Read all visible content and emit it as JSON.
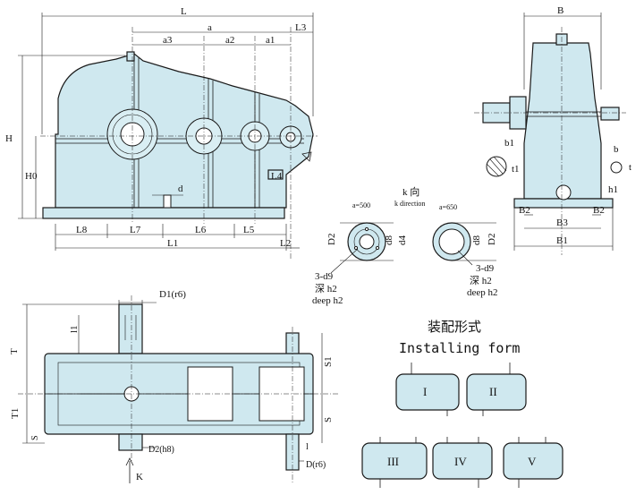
{
  "front_view": {
    "L": "L",
    "a": "a",
    "a3": "a3",
    "a2": "a2",
    "a1": "a1",
    "L3": "L3",
    "H": "H",
    "H0": "H0",
    "d": "d",
    "L4": "L4",
    "L8": "L8",
    "L7": "L7",
    "L6": "L6",
    "L5": "L5",
    "L1": "L1",
    "L2": "L2"
  },
  "side_view": {
    "B": "B",
    "b1": "b1",
    "t1": "t1",
    "b": "b",
    "t": "t",
    "h1": "h1",
    "B2_left": "B2",
    "B2_right": "B2",
    "B3": "B3",
    "B1": "B1"
  },
  "k_view": {
    "k_cn": "k 向",
    "k_en": "k direction",
    "a500": "a=500",
    "a650": "a=650",
    "D2_left": "D2",
    "d8_left": "d8",
    "d4": "d4",
    "d8_right": "d8",
    "D2_right": "D2",
    "hole_left": "3-d9",
    "deep_cn_left": "深 h2",
    "deep_en_left": "deep h2",
    "hole_right": "3-d9",
    "deep_cn_right": "深 h2",
    "deep_en_right": "deep h2"
  },
  "top_view": {
    "D1": "D1(r6)",
    "l1": "l1",
    "T": "T",
    "T1": "T1",
    "S_left": "S",
    "S1": "S1",
    "S_right": "S",
    "D2h8": "D2(h8)",
    "l": "l",
    "Dr6": "D(r6)",
    "K": "K"
  },
  "installing": {
    "title_cn": "装配形式",
    "title_en": "Installing form",
    "forms": [
      "I",
      "II",
      "III",
      "IV",
      "V"
    ]
  }
}
